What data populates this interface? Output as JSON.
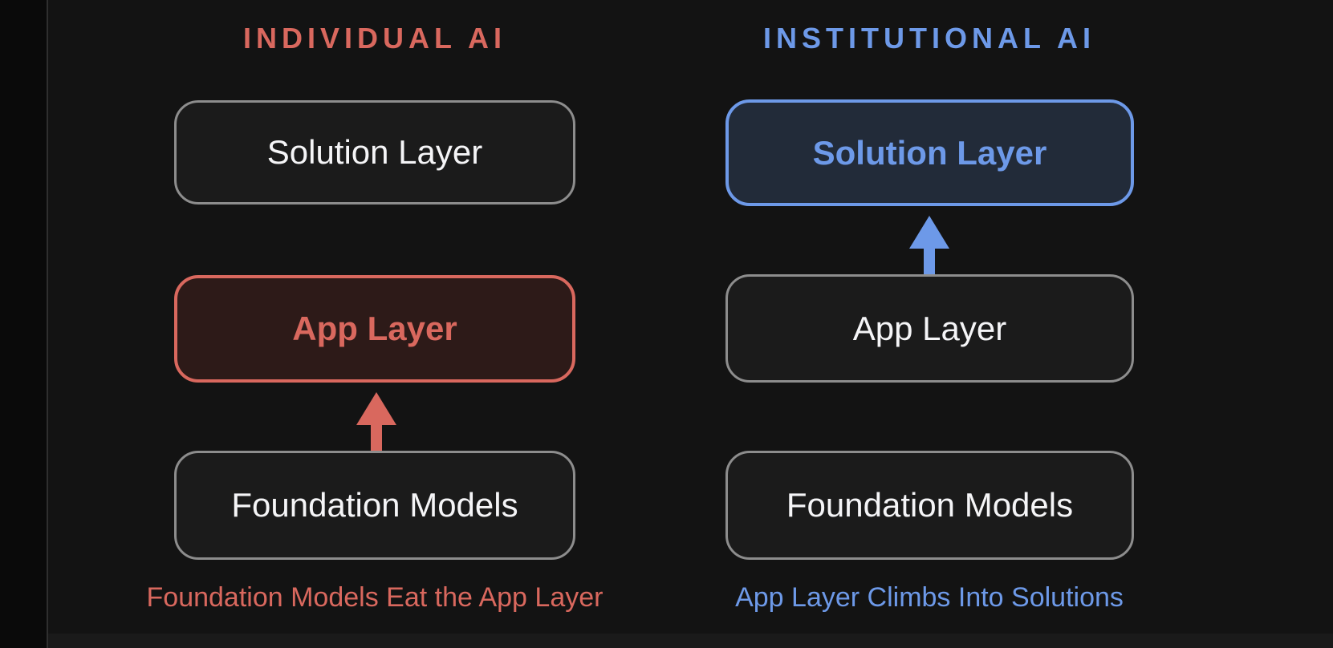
{
  "colors": {
    "bg": "#131313",
    "panel_bg": "#0a0a0a",
    "divider": "#2f2f2f",
    "bottom_band": "#1a1a1a",
    "red_accent": "#d9685e",
    "red_box_bg": "#2d1a18",
    "blue_accent": "#6d99e8",
    "blue_box_bg": "#222b39",
    "gray_border": "#8d8d8d",
    "gray_box_bg": "#1b1b1b",
    "white_text": "#f5f5f7"
  },
  "columns": [
    {
      "id": "individual-ai",
      "heading": "INDIVIDUAL AI",
      "boxes": [
        {
          "label": "Solution Layer",
          "highlight": "none"
        },
        {
          "label": "App Layer",
          "highlight": "red"
        },
        {
          "label": "Foundation Models",
          "highlight": "none"
        }
      ],
      "arrow": "up-from-foundation-models-to-app-layer",
      "caption": "Foundation Models Eat the App Layer"
    },
    {
      "id": "institutional-ai",
      "heading": "INSTITUTIONAL AI",
      "boxes": [
        {
          "label": "Solution Layer",
          "highlight": "blue"
        },
        {
          "label": "App Layer",
          "highlight": "none"
        },
        {
          "label": "Foundation Models",
          "highlight": "none"
        }
      ],
      "arrow": "up-from-app-layer-to-solution-layer",
      "caption": "App Layer Climbs Into Solutions"
    }
  ]
}
